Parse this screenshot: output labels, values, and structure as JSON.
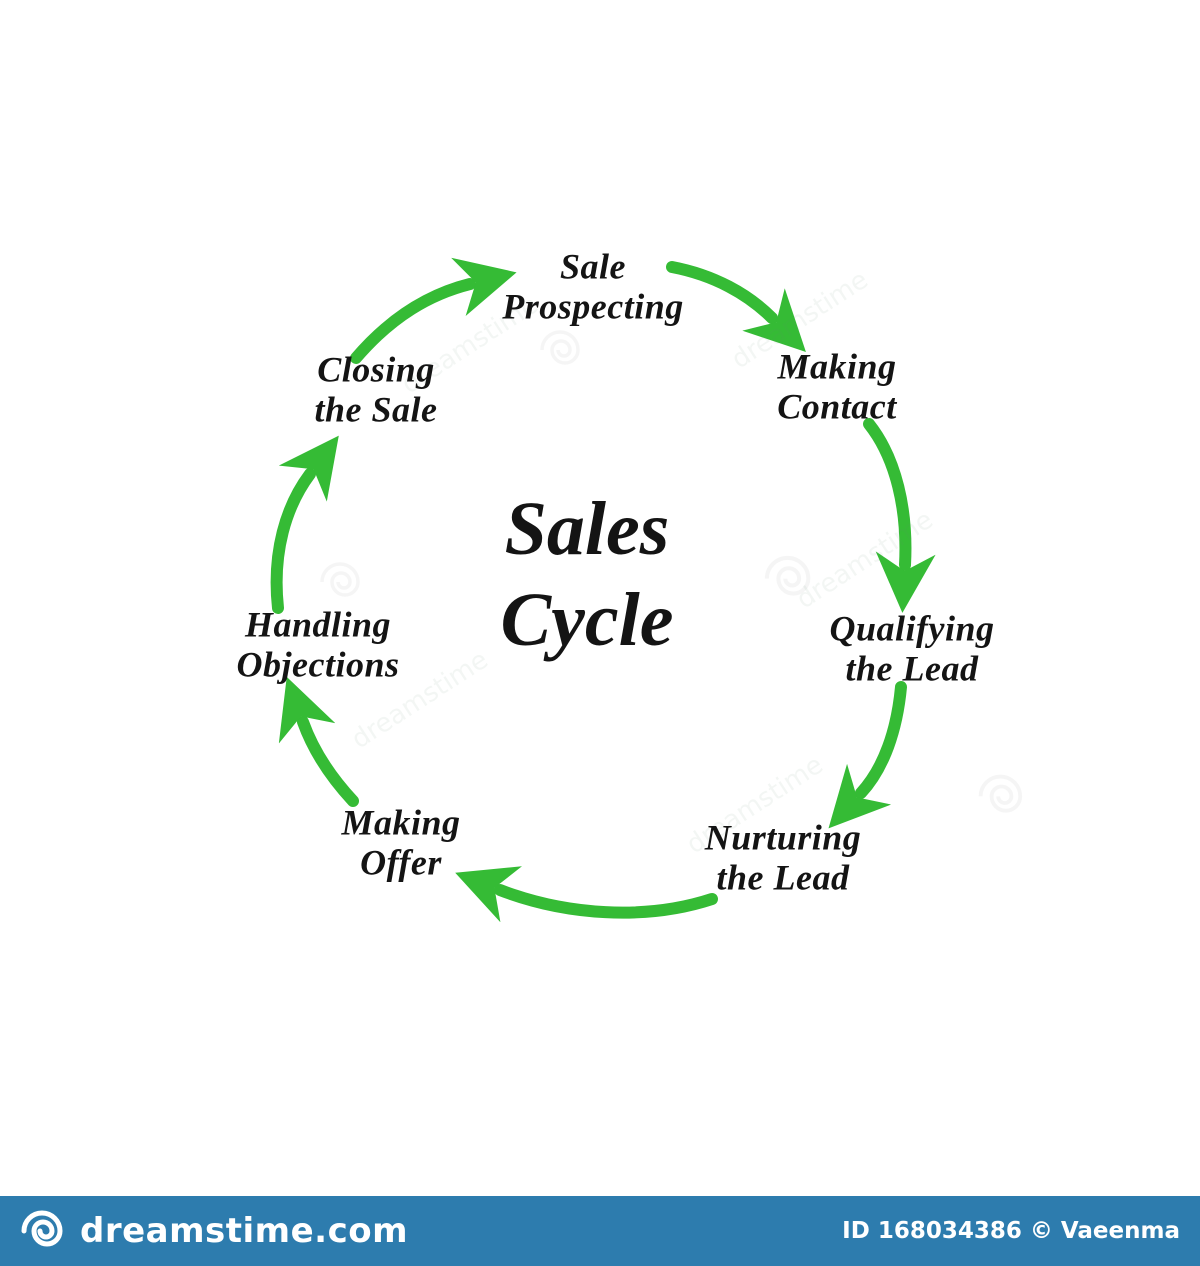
{
  "diagram": {
    "title": "Sales\nCycle",
    "stages": [
      {
        "id": "sale-prospecting",
        "label": "Sale\nProspecting"
      },
      {
        "id": "making-contact",
        "label": "Making\nContact"
      },
      {
        "id": "qualifying-the-lead",
        "label": "Qualifying\nthe Lead"
      },
      {
        "id": "nurturing-the-lead",
        "label": "Nurturing\nthe Lead"
      },
      {
        "id": "making-offer",
        "label": "Making\nOffer"
      },
      {
        "id": "handling-objections",
        "label": "Handling\nObjections"
      },
      {
        "id": "closing-the-sale",
        "label": "Closing\nthe Sale"
      }
    ],
    "arrow_color": "#35bb35",
    "text_color": "#141414",
    "background_color": "#ffffff"
  },
  "watermark": {
    "brand": "dreamstime.com",
    "credit": "ID 168034386 © Vaeenma",
    "bar_color": "#2d7cae",
    "tile_text": "dreamstime"
  }
}
